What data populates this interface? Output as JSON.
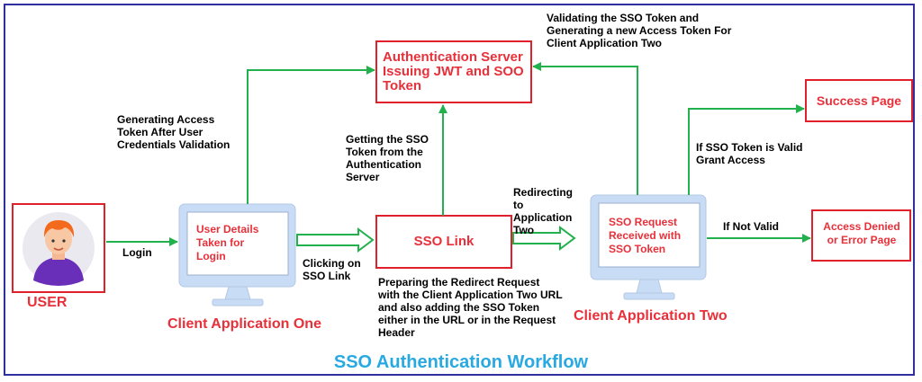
{
  "title": "SSO Authentication Workflow",
  "nodes": {
    "auth_server": "Authentication Server Issuing JWT and SOO Token",
    "sso_link": "SSO Link",
    "success": "Success Page",
    "denied": "Access Denied or Error Page",
    "client_one_screen": "User Details Taken for Login",
    "client_two_screen": "SSO Request Received with SSO Token"
  },
  "captions": {
    "user": "USER",
    "client_one": "Client Application One",
    "client_two": "Client Application Two"
  },
  "labels": {
    "login": "Login",
    "generating": "Generating Access Token After User Credentials Validation",
    "getting": "Getting the SSO Token from the Authentication Server",
    "clicking": "Clicking on SSO Link",
    "preparing": "Preparing the Redirect Request with the Client Application Two URL and also adding the SSO Token either in the URL or in the Request Header",
    "redirecting": "Redirecting to Application Two",
    "validating": "Validating the SSO Token and Generating a new Access Token For Client Application Two",
    "valid": "If SSO Token is Valid Grant Access",
    "not_valid": "If Not Valid"
  },
  "colors": {
    "arrow": "#22b14c",
    "box_border": "#e0202a",
    "node_text": "#e8303a",
    "monitor": "#c9dcf5",
    "title": "#29a9e1",
    "frame": "#2f2fa0"
  }
}
